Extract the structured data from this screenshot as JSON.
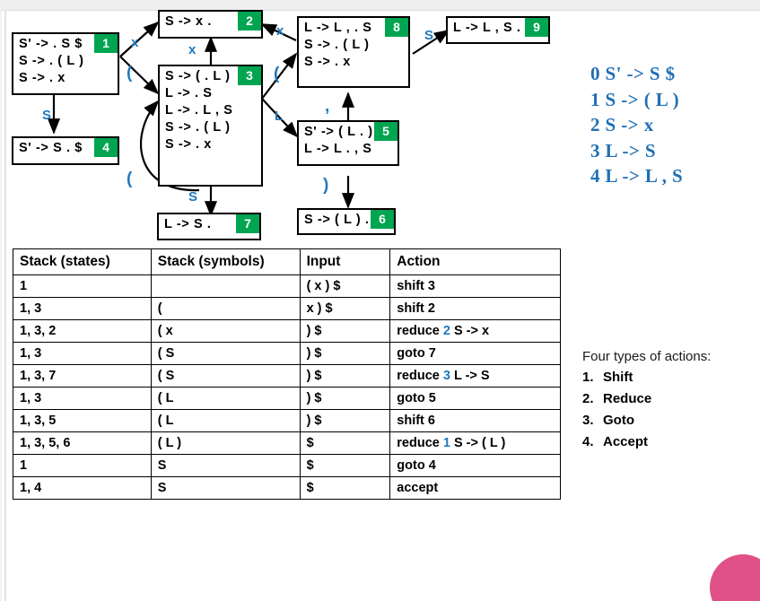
{
  "colors": {
    "badge_green": "#00a551",
    "label_blue": "#1f78bd",
    "grammar_blue": "#1f6fb5",
    "corner_pink": "#e05287"
  },
  "automaton": {
    "states": [
      {
        "id": "1",
        "badge": "1",
        "prods": [
          "S' -> . S $",
          "S -> . ( L )",
          "S -> . x"
        ]
      },
      {
        "id": "2",
        "badge": "2",
        "prods": [
          "S -> x ."
        ]
      },
      {
        "id": "3",
        "badge": "3",
        "prods": [
          "S -> ( . L )",
          "L -> . S",
          "L -> . L , S",
          "S -> . ( L )",
          "S -> . x"
        ]
      },
      {
        "id": "4",
        "badge": "4",
        "prods": [
          "S' -> S . $"
        ]
      },
      {
        "id": "5",
        "badge": "5",
        "prods": [
          "S' -> ( L . )",
          "L -> L . , S"
        ]
      },
      {
        "id": "6",
        "badge": "6",
        "prods": [
          "S -> ( L ) ."
        ]
      },
      {
        "id": "7",
        "badge": "7",
        "prods": [
          "L -> S ."
        ]
      },
      {
        "id": "8",
        "badge": "8",
        "prods": [
          "L -> L , . S",
          "S -> . ( L )",
          "S -> . x"
        ]
      },
      {
        "id": "9",
        "badge": "9",
        "prods": [
          "L -> L , S ."
        ]
      }
    ],
    "edge_labels": [
      {
        "name": "edge-label-1-to-2-x",
        "text": "x"
      },
      {
        "name": "edge-label-1-to-3-lparen",
        "text": "("
      },
      {
        "name": "edge-label-1-to-4-S",
        "text": "S"
      },
      {
        "name": "edge-label-3-to-2-x",
        "text": "x"
      },
      {
        "name": "edge-label-3-to-8-x",
        "text": "x"
      },
      {
        "name": "edge-label-3-to-8-lparen",
        "text": "("
      },
      {
        "name": "edge-label-3-to-5-L",
        "text": "L"
      },
      {
        "name": "edge-label-3-self-lparen",
        "text": "("
      },
      {
        "name": "edge-label-3-to-7-S",
        "text": "S"
      },
      {
        "name": "edge-label-5-to-8-comma",
        "text": ","
      },
      {
        "name": "edge-label-5-to-6-rparen",
        "text": ")"
      },
      {
        "name": "edge-label-8-to-9-S",
        "text": "S"
      }
    ]
  },
  "grammar": {
    "rules": [
      "0 S' -> S $",
      "1 S -> ( L )",
      "2 S -> x",
      "3 L -> S",
      "4 L -> L , S"
    ]
  },
  "parse_table": {
    "headers": [
      "Stack (states)",
      "Stack (symbols)",
      "Input",
      "Action"
    ],
    "rows": [
      {
        "states": "1",
        "symbols": "",
        "input": "( x ) $",
        "action_pre": "shift 3",
        "action_num": "",
        "action_post": ""
      },
      {
        "states": "1, 3",
        "symbols": "(",
        "input": "x ) $",
        "action_pre": "shift 2",
        "action_num": "",
        "action_post": ""
      },
      {
        "states": "1, 3, 2",
        "symbols": "( x",
        "input": ") $",
        "action_pre": "reduce ",
        "action_num": "2",
        "action_post": " S -> x"
      },
      {
        "states": "1, 3",
        "symbols": "( S",
        "input": ") $",
        "action_pre": "goto 7",
        "action_num": "",
        "action_post": ""
      },
      {
        "states": "1, 3, 7",
        "symbols": "( S",
        "input": ") $",
        "action_pre": "reduce ",
        "action_num": "3",
        "action_post": " L -> S"
      },
      {
        "states": "1, 3",
        "symbols": "( L",
        "input": ") $",
        "action_pre": "goto 5",
        "action_num": "",
        "action_post": ""
      },
      {
        "states": "1, 3, 5",
        "symbols": "( L",
        "input": ") $",
        "action_pre": "shift 6",
        "action_num": "",
        "action_post": ""
      },
      {
        "states": "1, 3, 5, 6",
        "symbols": "( L )",
        "input": "$",
        "action_pre": "reduce ",
        "action_num": "1",
        "action_post": " S -> ( L )"
      },
      {
        "states": "1",
        "symbols": "S",
        "input": "$",
        "action_pre": "goto 4",
        "action_num": "",
        "action_post": ""
      },
      {
        "states": "1, 4",
        "symbols": "S",
        "input": "$",
        "action_pre": "accept",
        "action_num": "",
        "action_post": ""
      }
    ]
  },
  "actions_legend": {
    "heading": "Four types of actions:",
    "items": [
      {
        "num": "1.",
        "label": "Shift"
      },
      {
        "num": "2.",
        "label": "Reduce"
      },
      {
        "num": "3.",
        "label": "Goto"
      },
      {
        "num": "4.",
        "label": "Accept"
      }
    ]
  }
}
